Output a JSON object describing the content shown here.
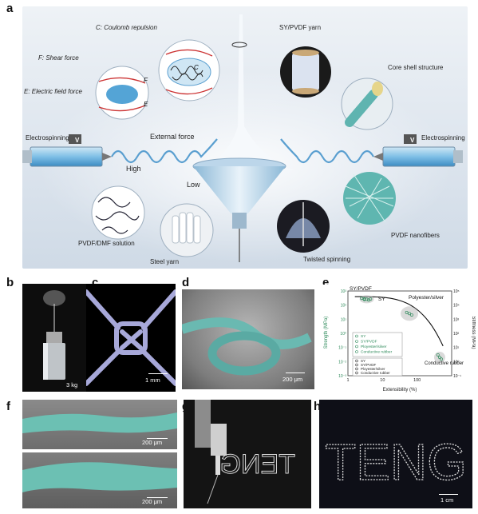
{
  "panel_labels": {
    "a": "a",
    "b": "b",
    "c": "c",
    "d": "d",
    "e": "e",
    "f": "f",
    "g": "g",
    "h": "h"
  },
  "panel_a": {
    "coulomb": "C: Coulomb repulsion",
    "shear": "F: Shear force",
    "electric": "E: Electric field force",
    "electrospinning_left": "Electrospinning",
    "electrospinning_right": "Electrospinning",
    "external_force": "External force",
    "high": "High",
    "low": "Low",
    "sy_pvdf_yarn": "SY/PVDF yarn",
    "core_shell": "Core shell structure",
    "pvdf_dmf": "PVDF/DMF solution",
    "steel_yarn": "Steel yarn",
    "twisted_spinning": "Twisted spinning",
    "pvdf_nanofibers": "PVDF nanofibers",
    "v": "V",
    "f_mark": "F",
    "e_mark": "E",
    "c_mark": "C"
  },
  "panel_b": {
    "weight": "3 kg"
  },
  "panel_c": {
    "scale": "1 mm"
  },
  "panel_d": {
    "scale": "200 μm"
  },
  "panel_f": {
    "scale_top": "200 μm",
    "scale_bottom": "200 μm"
  },
  "panel_h": {
    "text": "TENG",
    "scale": "1 cm"
  },
  "panel_g": {
    "text": "TENG"
  },
  "chart_data": {
    "type": "scatter",
    "xlabel": "Extensibility (%)",
    "ylabel_left": "Strength (MPa)",
    "ylabel_right": "Stiffness (MPa)",
    "x_scale": "log",
    "y_scale": "log",
    "xlim": [
      1,
      1000
    ],
    "ylim_left": [
      0.001,
      1000
    ],
    "ylim_right": [
      0.1,
      100000
    ],
    "x_ticks": [
      "1",
      "10",
      "100"
    ],
    "y_left_ticks": [
      "10⁻³",
      "10⁻²",
      "10⁻¹",
      "10⁰",
      "10¹",
      "10²",
      "10³"
    ],
    "y_right_ticks": [
      "10⁻¹",
      "10⁰",
      "10¹",
      "10²",
      "10³",
      "10⁴",
      "10⁵"
    ],
    "annotations": [
      "SY/PVDF",
      "SY",
      "Polyester/silver",
      "Conductive rubber"
    ],
    "legend_strength": [
      "SY",
      "SY/PVDF",
      "Ployester/silver",
      "Conductive rubber"
    ],
    "legend_stiffness": [
      "SY",
      "SY/PVDF",
      "Ployester/silver",
      "Conductive rubber"
    ],
    "series": [
      {
        "name": "SY",
        "points": [
          [
            2.5,
            300
          ],
          [
            3,
            280
          ],
          [
            3.5,
            260
          ]
        ]
      },
      {
        "name": "SY/PVDF",
        "points": [
          [
            3,
            250
          ],
          [
            4,
            230
          ],
          [
            4.5,
            270
          ]
        ]
      },
      {
        "name": "Ployester/silver",
        "points": [
          [
            50,
            30
          ],
          [
            60,
            25
          ],
          [
            70,
            20
          ]
        ]
      },
      {
        "name": "Conductive rubber",
        "points": [
          [
            400,
            0.03
          ],
          [
            450,
            0.02
          ],
          [
            500,
            0.015
          ]
        ]
      }
    ]
  }
}
